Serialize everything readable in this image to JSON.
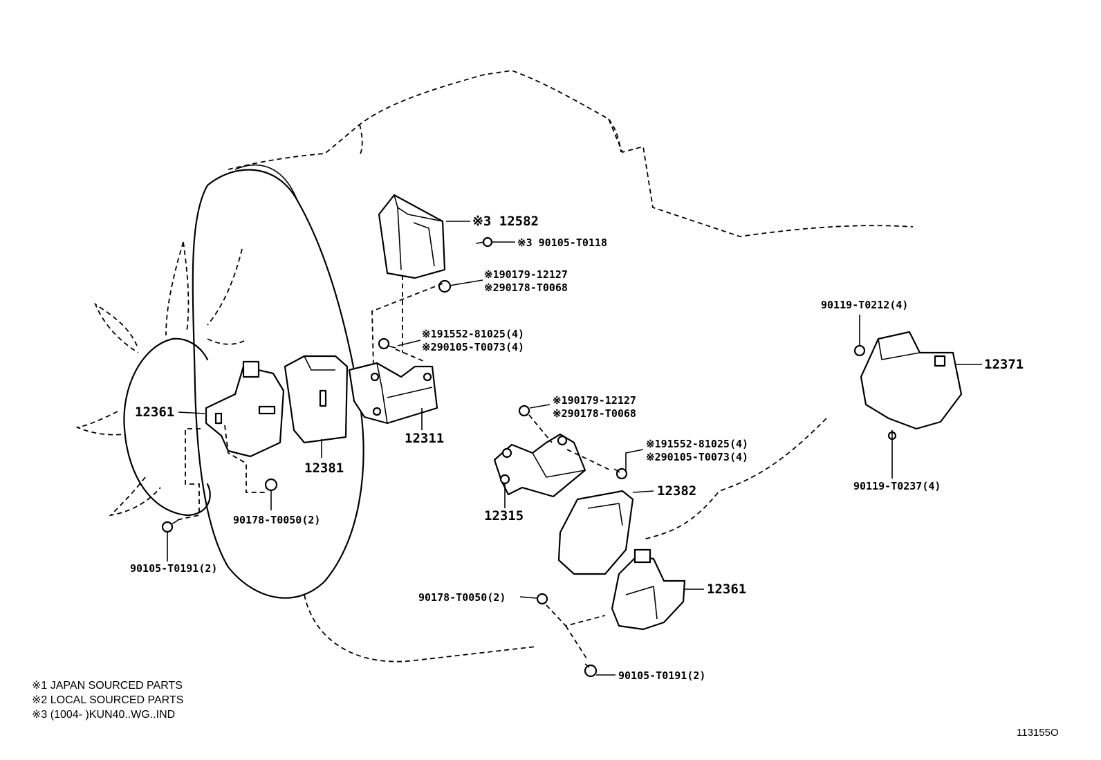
{
  "diagram": {
    "part_labels": {
      "p12582": "※3 12582",
      "p90105_T0118": "※3 90105-T0118",
      "p90179_12127_top_1": "※190179-12127",
      "p90179_12127_top_2": "※290178-T0068",
      "p91552_top_1": "※191552-81025(4)",
      "p91552_top_2": "※290105-T0073(4)",
      "p12361_left": "12361",
      "p12381": "12381",
      "p12311": "12311",
      "p90178_T0050_left": "90178-T0050(2)",
      "p90105_T0191_left": "90105-T0191(2)",
      "p90119_T0212": "90119-T0212(4)",
      "p12371": "12371",
      "p90119_T0237": "90119-T0237(4)",
      "p90179_mid_1": "※190179-12127",
      "p90179_mid_2": "※290178-T0068",
      "p91552_mid_1": "※191552-81025(4)",
      "p91552_mid_2": "※290105-T0073(4)",
      "p12382": "12382",
      "p12315": "12315",
      "p12361_right": "12361",
      "p90178_T0050_right": "90178-T0050(2)",
      "p90105_T0191_right": "90105-T0191(2)"
    },
    "notes": [
      "※1 JAPAN SOURCED PARTS",
      "※2 LOCAL SOURCED PARTS",
      "※3 (1004-       )KUN40..WG..IND"
    ],
    "illustration_code": "113155O"
  }
}
